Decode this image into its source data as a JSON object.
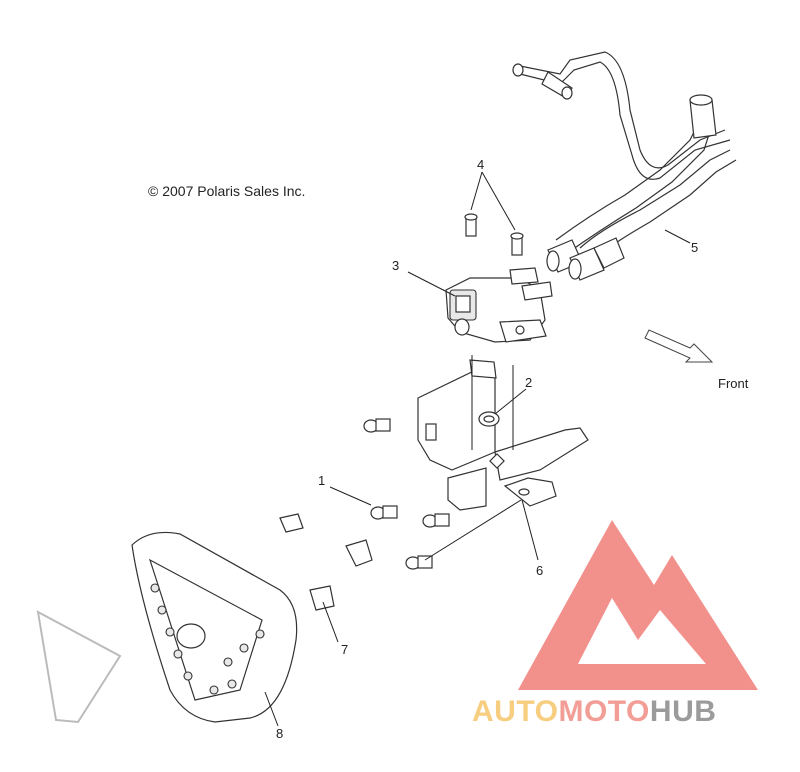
{
  "copyright": "© 2007 Polaris Sales Inc.",
  "front_label": "Front",
  "callouts": {
    "c1": "1",
    "c2": "2",
    "c3": "3",
    "c4": "4",
    "c5": "5",
    "c6": "6",
    "c7": "7",
    "c8": "8"
  },
  "watermark": {
    "part1": "AUTO",
    "part2": "MOTO",
    "part3": "HUB",
    "colors": {
      "auto": "#f6c66b",
      "moto": "#f08c84",
      "hub": "#8a8a8a",
      "triangle": "#f07e78"
    }
  }
}
